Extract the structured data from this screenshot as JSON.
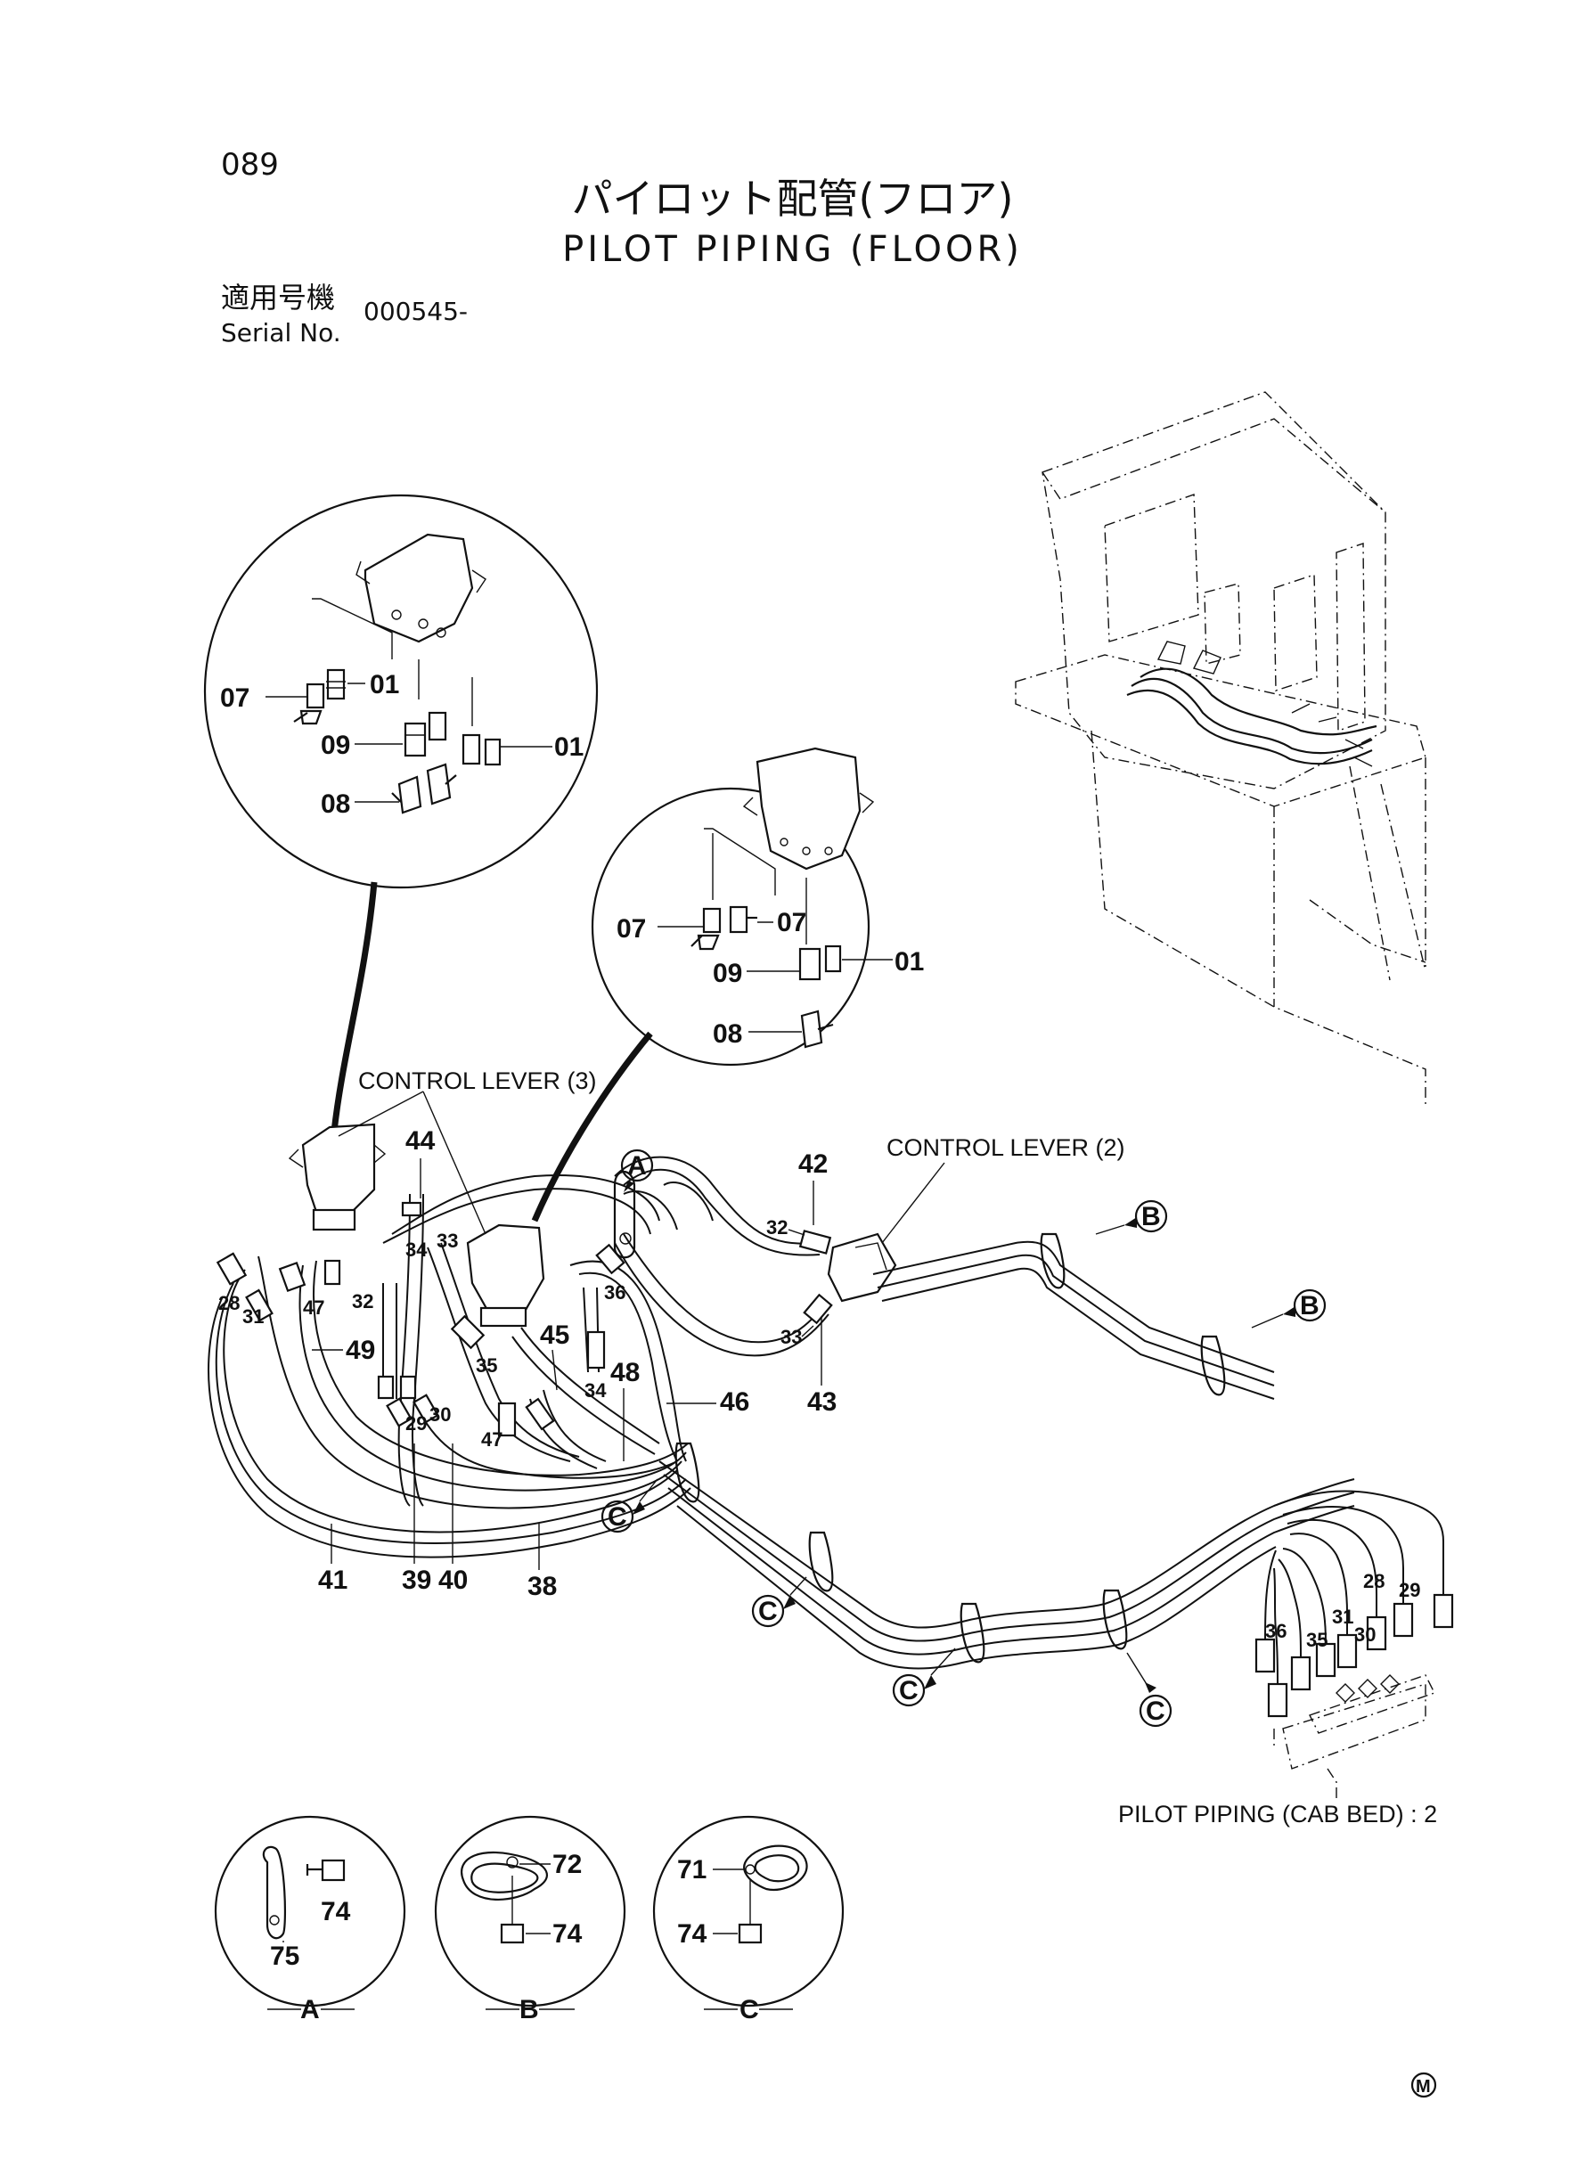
{
  "header": {
    "page_number": "089",
    "title_jp": "パイロット配管(フロア)",
    "title_en": "PILOT PIPING (FLOOR)",
    "serial_label_jp": "適用号機",
    "serial_label_en": "Serial No.",
    "serial_value": "000545-"
  },
  "captions": {
    "control_lever_3": "CONTROL LEVER (3)",
    "control_lever_2": "CONTROL LEVER (2)",
    "cab_bed": "PILOT PIPING (CAB BED) : 2"
  },
  "callout_letters": {
    "a": "A",
    "b": "B",
    "c": "C"
  },
  "detail_labels": {
    "a": "A",
    "b": "B",
    "c": "C"
  },
  "parts": {
    "p01": "01",
    "p07": "07",
    "p08": "08",
    "p09": "09",
    "p28": "28",
    "p29": "29",
    "p30": "30",
    "p31": "31",
    "p32": "32",
    "p33": "33",
    "p34": "34",
    "p35": "35",
    "p36": "36",
    "p38": "38",
    "p39": "39",
    "p40": "40",
    "p41": "41",
    "p42": "42",
    "p43": "43",
    "p44": "44",
    "p45": "45",
    "p46": "46",
    "p47": "47",
    "p48": "48",
    "p49": "49",
    "p71": "71",
    "p72": "72",
    "p74": "74",
    "p75": "75"
  },
  "footer_mark": "M"
}
